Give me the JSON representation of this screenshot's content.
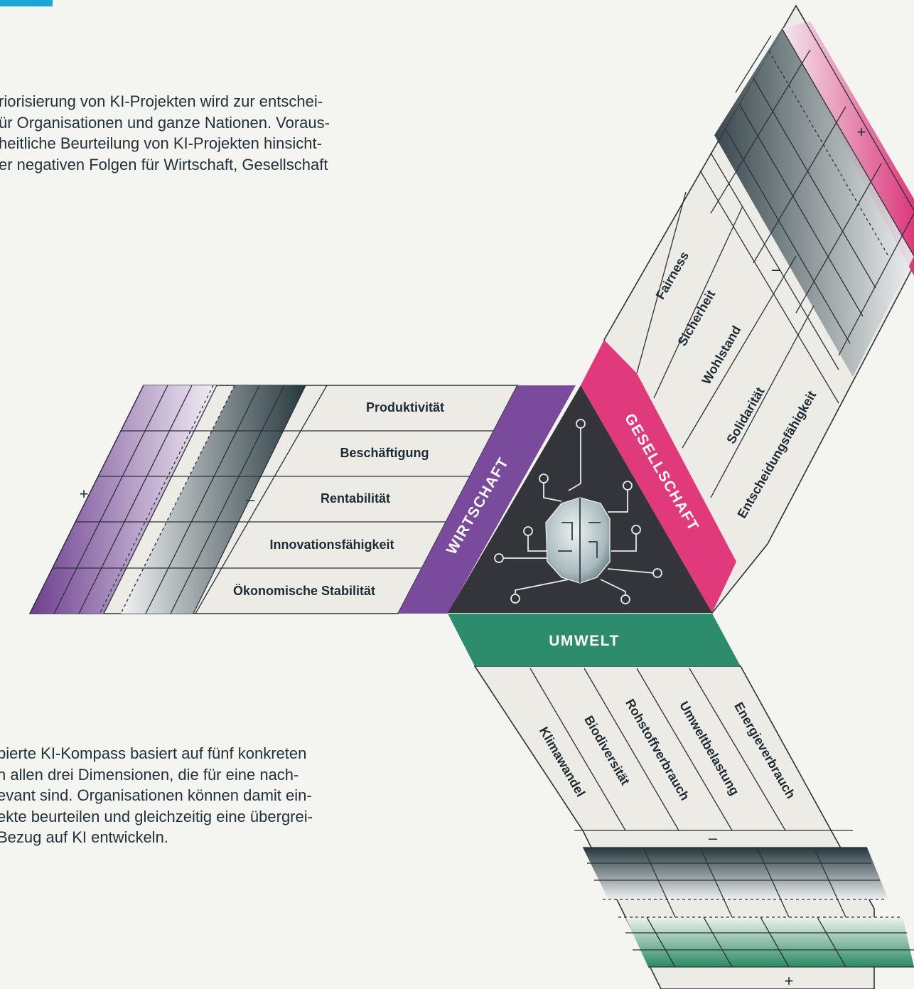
{
  "colors": {
    "accent": "#1aa6d6",
    "wirtschaft": "#7a4a9c",
    "gesellschaft": "#e03a7d",
    "umwelt": "#2c8c6c",
    "center": "#34353a",
    "scale_dark": "#2c3e44",
    "line": "#2a3238"
  },
  "intro_lines": [
    "riorisierung von KI-Projekten wird zur entschei-",
    "ür Organisationen und ganze Nationen. Voraus-",
    "heitliche Beurteilung von KI-Projekten hinsicht-",
    "er negativen Folgen für Wirtschaft, Gesellschaft"
  ],
  "outro_lines": [
    "pierte KI-Kompass basiert auf fünf konkreten",
    "n allen drei Dimensionen, die für eine nach-",
    "evant sind. Organisationen können damit ein-",
    "ekte beurteilen und gleichzeitig eine übergrei-",
    "Bezug auf KI entwickeln."
  ],
  "dimensions": {
    "wirtschaft": {
      "title": "WIRTSCHAFT",
      "criteria": [
        "Produktivität",
        "Beschäftigung",
        "Rentabilität",
        "Innovationsfähigkeit",
        "Ökonomische Stabilität"
      ],
      "plus": "+",
      "minus": "–"
    },
    "gesellschaft": {
      "title": "GESELLSCHAFT",
      "criteria": [
        "Fairness",
        "Sicherheit",
        "Wohlstand",
        "Solidarität",
        "Entscheidungsfähigkeit"
      ],
      "plus": "+",
      "minus": "–"
    },
    "umwelt": {
      "title": "UMWELT",
      "criteria": [
        "Klimawandel",
        "Biodiversität",
        "Rohstoffverbrauch",
        "Umweltbelastung",
        "Energieverbrauch"
      ],
      "plus": "+",
      "minus": "–"
    }
  },
  "center_icon": "brain-circuit-icon"
}
